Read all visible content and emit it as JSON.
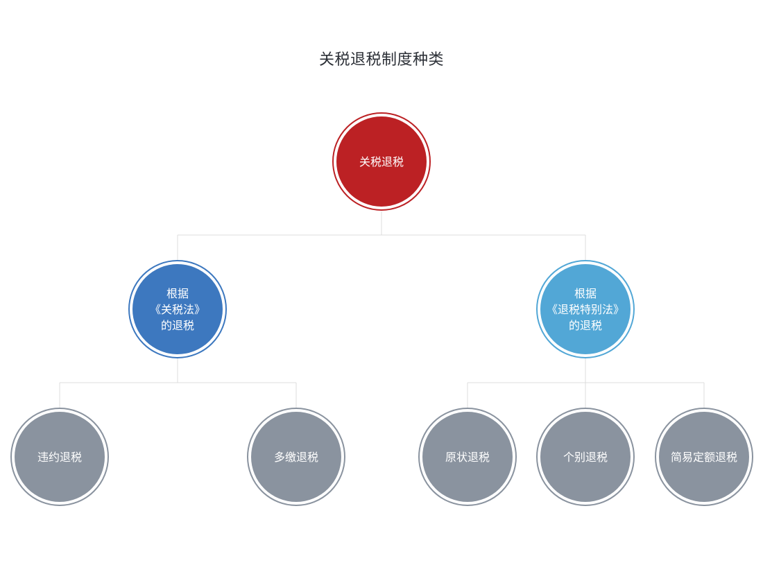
{
  "title": "关税退税制度种类",
  "colors": {
    "root": "#bc2124",
    "level1_left": "#3d78bf",
    "level1_right": "#52a7d6",
    "leaf": "#8a939f",
    "connector": "#dcdcdc"
  },
  "tree": {
    "root": {
      "label": "关税退税"
    },
    "level1": [
      {
        "lines": [
          "根据",
          "《关税法》",
          "的退税"
        ],
        "children": [
          "违约退税",
          "多缴退税"
        ]
      },
      {
        "lines": [
          "根据",
          "《退税特别法》",
          "的退税"
        ],
        "children": [
          "原状退税",
          "个别退税",
          "简易定额退税"
        ]
      }
    ]
  }
}
